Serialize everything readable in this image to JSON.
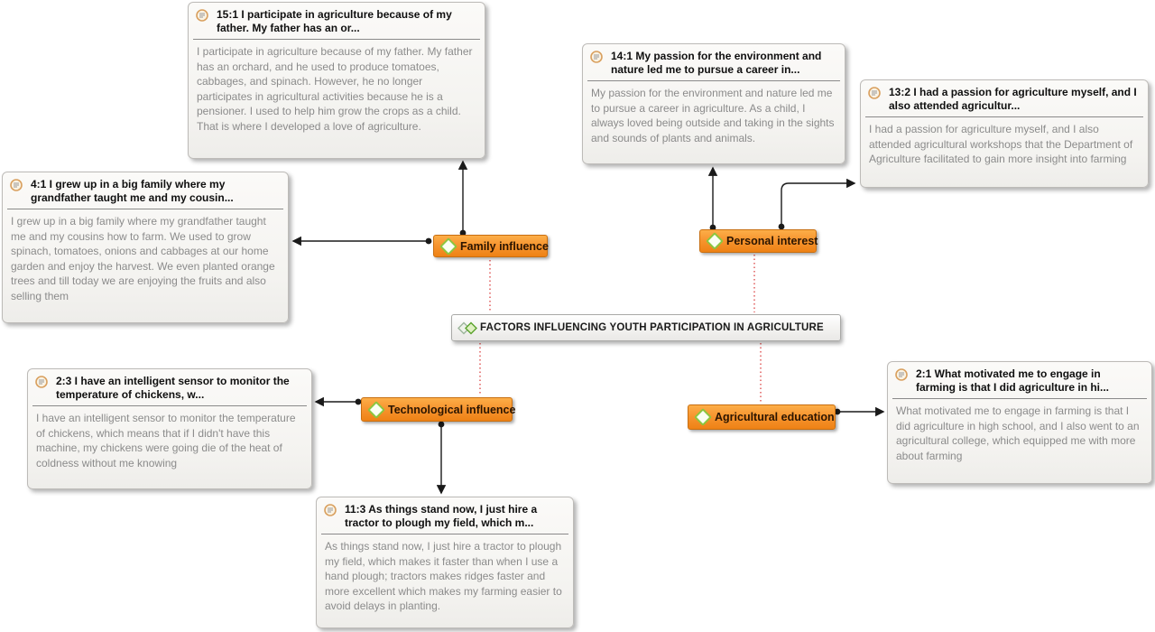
{
  "diagram": {
    "central_node": {
      "label": "FACTORS INFLUENCING YOUTH PARTICIPATION IN AGRICULTURE"
    },
    "codes": {
      "family": {
        "label": "Family influence"
      },
      "personal": {
        "label": "Personal interest"
      },
      "tech": {
        "label": "Technological influence"
      },
      "agri": {
        "label": "Agricultural education"
      }
    },
    "quotations": {
      "q15_1": {
        "title": "15:1 I participate in agriculture because of my father. My father has an or...",
        "body": "I participate in agriculture because of my father. My father has an orchard, and he used to produce tomatoes, cabbages, and spinach. However, he no longer participates in agricultural activities because he is a pensioner. I used to help him grow the crops as a child. That is where I developed a love of agriculture."
      },
      "q4_1": {
        "title": "4:1 I grew up in a big family where my grandfather taught me and my cousin...",
        "body": "I grew up in a big family where my grandfather taught me and my cousins how to farm. We used to grow spinach, tomatoes, onions and cabbages at our home garden and enjoy the harvest. We even planted orange trees and till today we are enjoying the fruits and also selling them"
      },
      "q14_1": {
        "title": "14:1 My passion for the environment and nature led me to pursue a career in...",
        "body": "My passion for the environment and nature led me to pursue a career in agriculture. As a child, I always loved being outside and taking in the sights and sounds of plants and animals."
      },
      "q13_2": {
        "title": "13:2 I had a passion for agriculture myself, and I also attended agricultur...",
        "body": "I had a passion for agriculture myself, and I also attended agricultural workshops that the Department of Agriculture facilitated to gain more insight into farming"
      },
      "q2_3": {
        "title": "2:3 I have an intelligent sensor to monitor the temperature of chickens, w...",
        "body": "I have an intelligent sensor to monitor the temperature of chickens, which means that if I didn't have this machine, my chickens were going die of the heat of coldness without me knowing"
      },
      "q2_1": {
        "title": "2:1 What motivated me to engage in farming is that I did agriculture in hi...",
        "body": "What motivated me to engage in farming is that I did agriculture in high school, and I also went to an agricultural college, which equipped me with more about farming"
      },
      "q11_3": {
        "title": "11:3 As things stand now, I just hire a tractor to plough my field, which m...",
        "body": "As things stand now, I just hire a tractor to plough my field, which makes it faster than when I use a hand plough; tractors makes ridges faster and more excellent which makes my farming easier to avoid delays in planting."
      }
    },
    "edges": [
      {
        "from": "Family influence",
        "to": "15:1",
        "style": "solid-arrow"
      },
      {
        "from": "Family influence",
        "to": "4:1",
        "style": "solid-arrow"
      },
      {
        "from": "Personal interest",
        "to": "14:1",
        "style": "solid-arrow"
      },
      {
        "from": "Personal interest",
        "to": "13:2",
        "style": "solid-arrow"
      },
      {
        "from": "Technological influence",
        "to": "2:3",
        "style": "solid-arrow"
      },
      {
        "from": "Technological influence",
        "to": "11:3",
        "style": "solid-arrow"
      },
      {
        "from": "Agricultural education",
        "to": "2:1",
        "style": "solid-arrow"
      },
      {
        "from": "FACTORS INFLUENCING YOUTH PARTICIPATION IN AGRICULTURE",
        "to": "Family influence",
        "style": "dotted-red"
      },
      {
        "from": "FACTORS INFLUENCING YOUTH PARTICIPATION IN AGRICULTURE",
        "to": "Personal interest",
        "style": "dotted-red"
      },
      {
        "from": "FACTORS INFLUENCING YOUTH PARTICIPATION IN AGRICULTURE",
        "to": "Technological influence",
        "style": "dotted-red"
      },
      {
        "from": "FACTORS INFLUENCING YOUTH PARTICIPATION IN AGRICULTURE",
        "to": "Agricultural education",
        "style": "dotted-red"
      }
    ],
    "colors": {
      "code_node_fill_top": "#fcae48",
      "code_node_fill_bottom": "#ee8215",
      "code_node_border": "#c96f10",
      "edge_solid": "#1a1a1a",
      "edge_dotted_red": "#e05b5b",
      "quotation_icon_border": "#d9a05f",
      "diamond_icon_border": "#8cc63f",
      "body_text": "#8b8b8b"
    }
  }
}
